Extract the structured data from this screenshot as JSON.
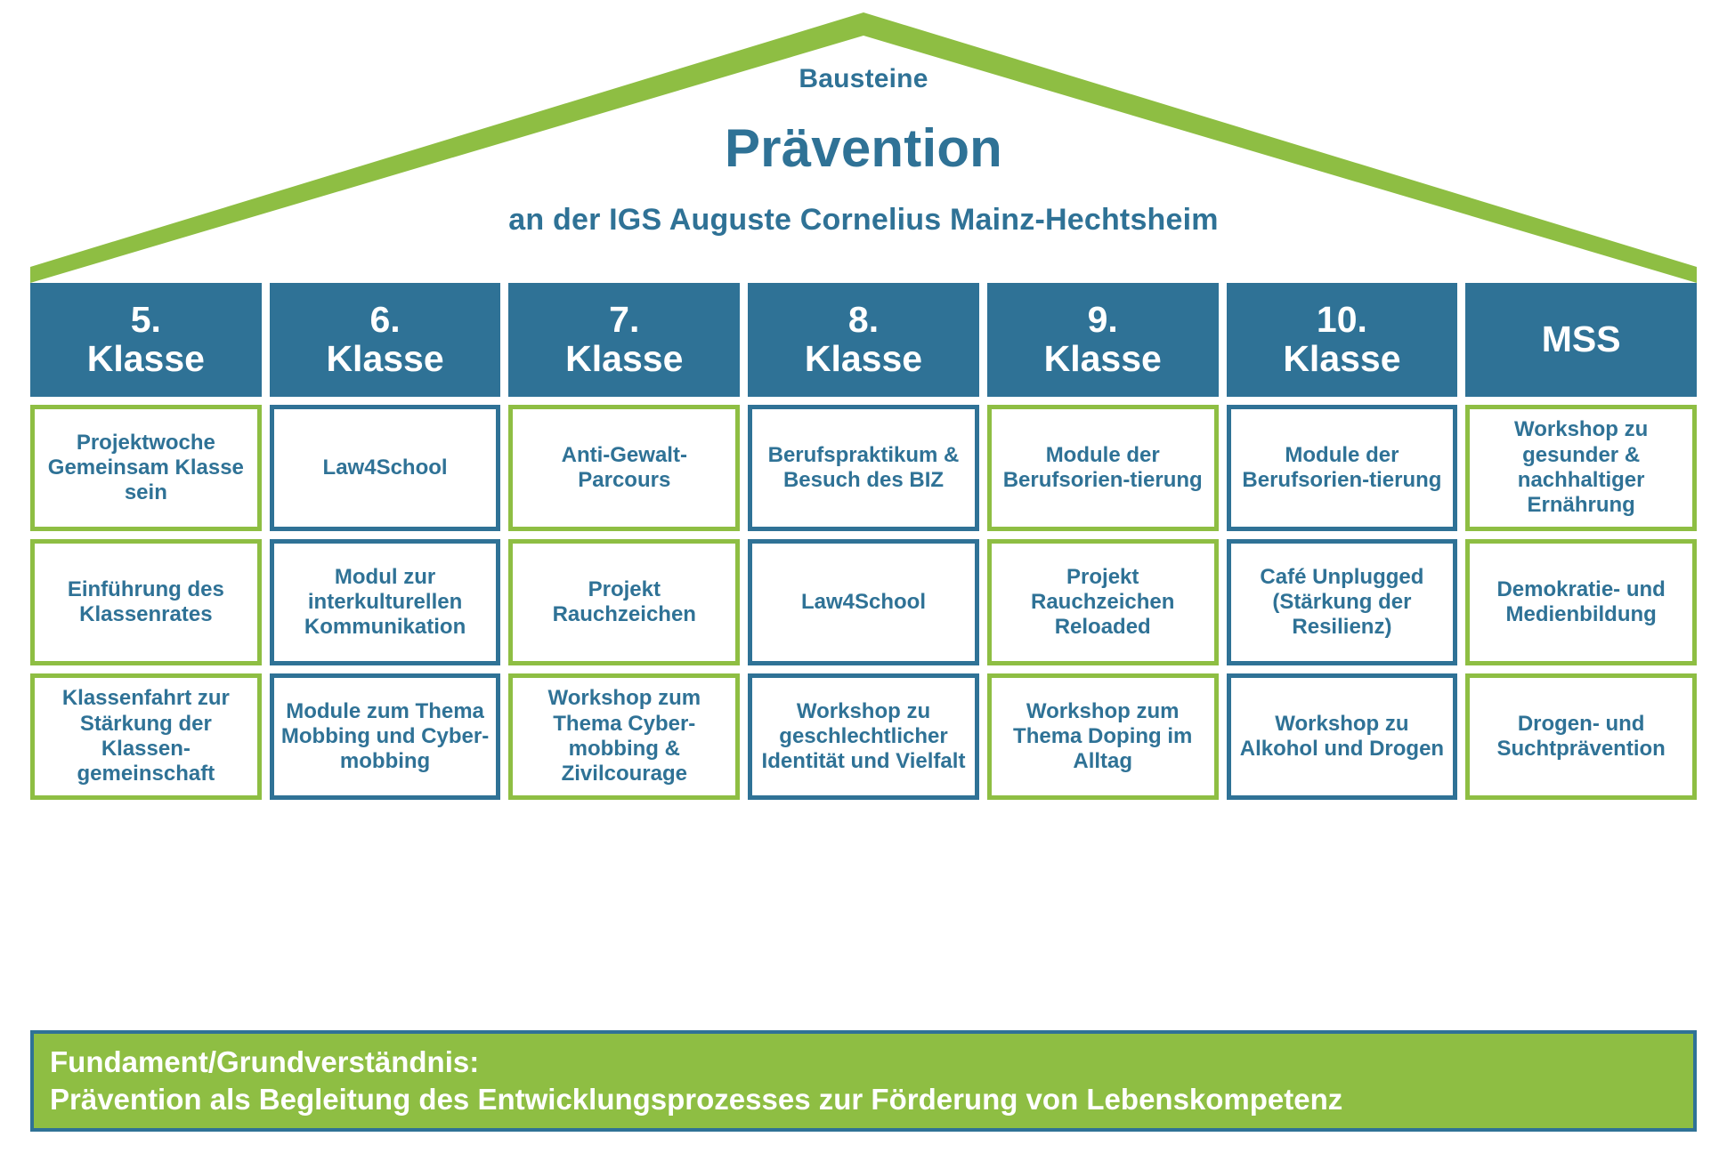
{
  "colors": {
    "green": "#8EBE43",
    "blue": "#2F7296",
    "white": "#FFFFFF"
  },
  "roof": {
    "eyebrow": "Bausteine",
    "title": "Prävention",
    "subtitle": "an der IGS Auguste Cornelius Mainz-Hechtsheim"
  },
  "columns": [
    {
      "header_number": "5.",
      "header_word": "Klasse",
      "accent": "#8EBE43",
      "cells": [
        "Projektwoche Gemeinsam Klasse sein",
        "Einführung des Klassenrates",
        "Klassenfahrt zur Stärkung der Klassen-gemeinschaft"
      ]
    },
    {
      "header_number": "6.",
      "header_word": "Klasse",
      "accent": "#2F7296",
      "cells": [
        "Law4School",
        "Modul zur interkulturellen Kommunikation",
        "Module zum Thema Mobbing und Cyber-mobbing"
      ]
    },
    {
      "header_number": "7.",
      "header_word": "Klasse",
      "accent": "#8EBE43",
      "cells": [
        "Anti-Gewalt-Parcours",
        "Projekt Rauchzeichen",
        "Workshop zum Thema Cyber-mobbing & Zivilcourage"
      ]
    },
    {
      "header_number": "8.",
      "header_word": "Klasse",
      "accent": "#2F7296",
      "cells": [
        "Berufspraktikum & Besuch des BIZ",
        "Law4School",
        "Workshop zu geschlechtlicher Identität und Vielfalt"
      ]
    },
    {
      "header_number": "9.",
      "header_word": "Klasse",
      "accent": "#8EBE43",
      "cells": [
        "Module der Berufsorien-tierung",
        "Projekt Rauchzeichen Reloaded",
        "Workshop zum Thema Doping im Alltag"
      ]
    },
    {
      "header_number": "10.",
      "header_word": "Klasse",
      "accent": "#2F7296",
      "cells": [
        "Module der Berufsorien-tierung",
        "Café Unplugged (Stärkung der Resilienz)",
        "Workshop zu Alkohol und Drogen"
      ]
    },
    {
      "header_number": "",
      "header_word": "MSS",
      "accent": "#8EBE43",
      "cells": [
        "Workshop zu gesunder & nachhaltiger Ernährung",
        "Demokratie- und Medienbildung",
        "Drogen- und Suchtprävention"
      ]
    }
  ],
  "foundation": {
    "line1": "Fundament/Grundverständnis:",
    "line2": "Prävention als Begleitung des Entwicklungsprozesses zur Förderung von Lebenskompetenz"
  }
}
